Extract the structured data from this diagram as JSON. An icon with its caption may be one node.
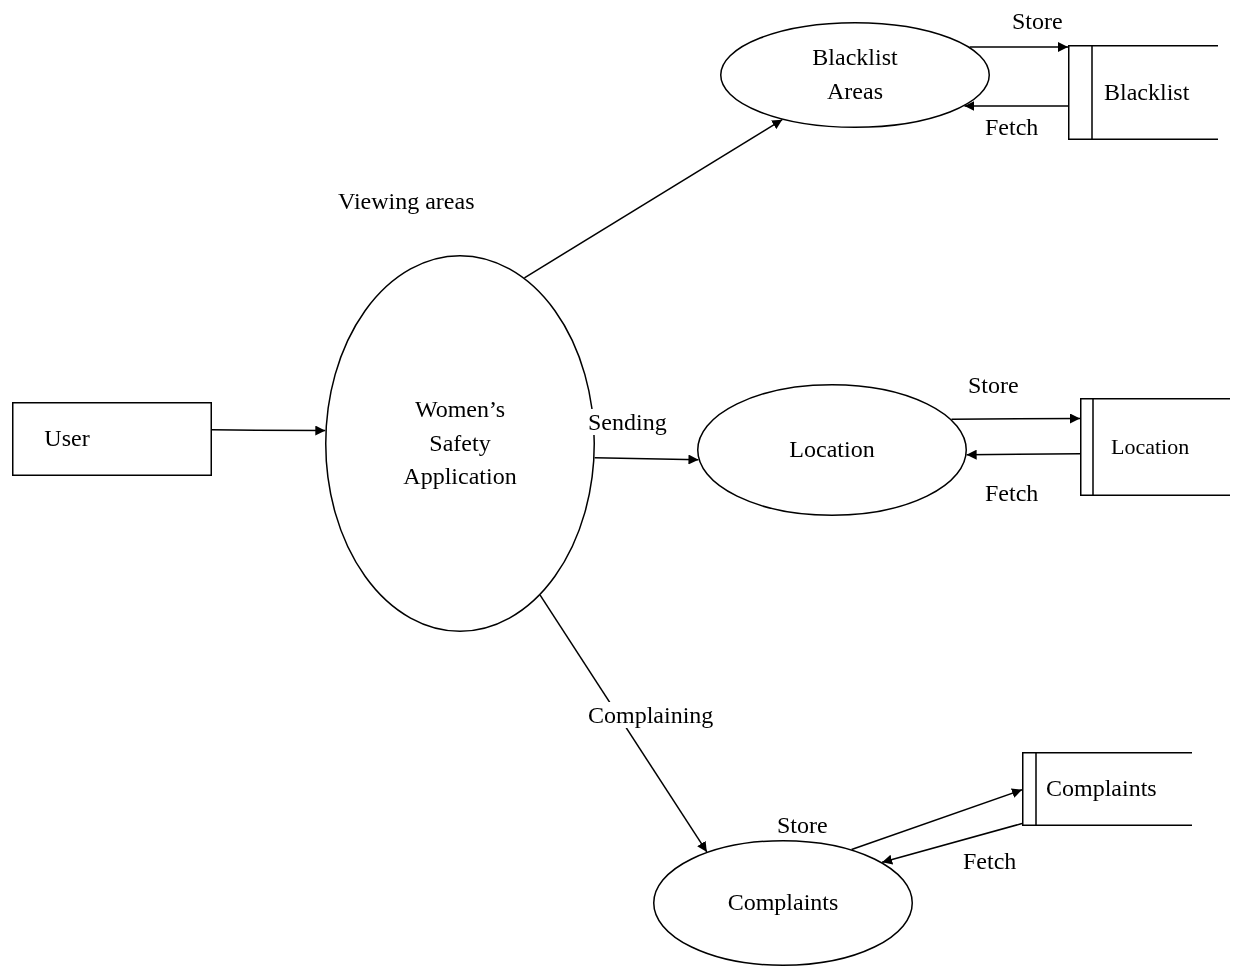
{
  "diagram": {
    "nodes": [
      {
        "text": [
          "User"
        ]
      },
      {
        "text": [
          "Women’s Safety Application"
        ]
      },
      {
        "text": [
          "Blacklist Areas"
        ]
      },
      {
        "text": [
          "Blacklist"
        ]
      },
      {
        "text": [
          "Location"
        ]
      },
      {
        "text": [
          "Location"
        ]
      },
      {
        "text": [
          "Complaints"
        ]
      },
      {
        "text": [
          "Complaints"
        ]
      }
    ],
    "edges": [
      {
        "from": 0,
        "to": 1,
        "arrow": "to"
      },
      {
        "from": 1,
        "to": 2,
        "arrow": "to",
        "label": "Viewing areas"
      },
      {
        "from": 2,
        "to": 3,
        "arrow": "to",
        "label": "Store"
      },
      {
        "from": 3,
        "to": 2,
        "arrow": "to",
        "label": "Fetch"
      },
      {
        "from": 1,
        "to": 4,
        "arrow": "to",
        "label": "Sending"
      },
      {
        "from": 4,
        "to": 5,
        "arrow": "to",
        "label": "Store"
      },
      {
        "from": 5,
        "to": 4,
        "arrow": "to",
        "label": "Fetch"
      },
      {
        "from": 1,
        "to": 6,
        "arrow": "to",
        "label": "Complaining"
      },
      {
        "from": 6,
        "to": 7,
        "arrow": "to",
        "label": "Store"
      },
      {
        "from": 7,
        "to": 6,
        "arrow": "to",
        "label": "Fetch"
      }
    ]
  }
}
